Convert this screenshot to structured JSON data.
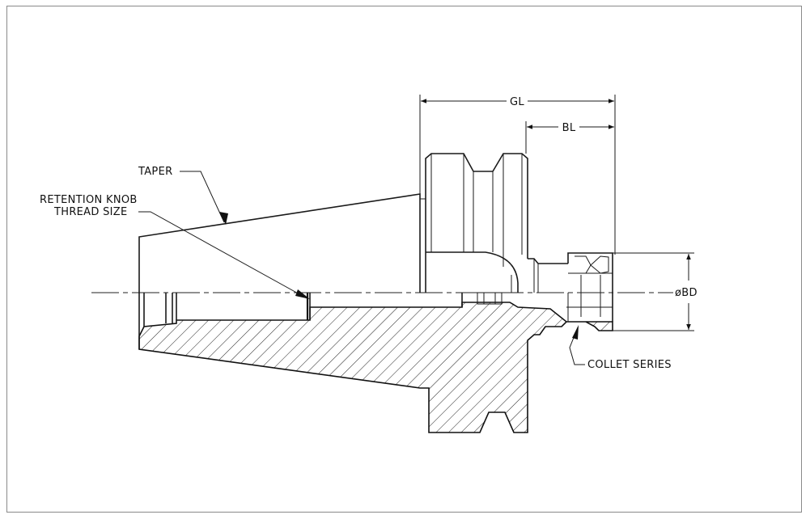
{
  "labels": {
    "taper": "TAPER",
    "retention_line1": "RETENTION KNOB",
    "retention_line2": "THREAD SIZE",
    "gl": "GL",
    "bl": "BL",
    "bd": "øBD",
    "collet": "COLLET SERIES"
  },
  "colors": {
    "line": "#1a1a1a",
    "frame": "#8a8a8a",
    "background": "#ffffff"
  }
}
